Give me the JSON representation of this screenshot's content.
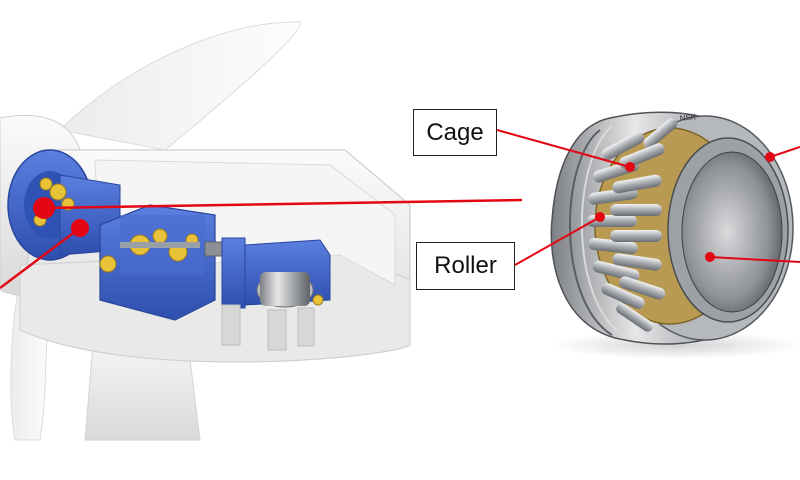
{
  "labels": {
    "cage": "Cage",
    "roller": "Roller"
  },
  "bearing_brand": "NSK",
  "colors": {
    "callout_line": "#e30613",
    "callout_dot": "#e30613",
    "housing_blue": "#3f63c8",
    "brass_cage": "#b99a52",
    "steel": "#a9abae",
    "nacelle_white": "#f2f2f2"
  },
  "icons": {
    "wind_turbine": "wind-turbine-nacelle-cutaway",
    "bearing": "spherical-roller-bearing"
  }
}
